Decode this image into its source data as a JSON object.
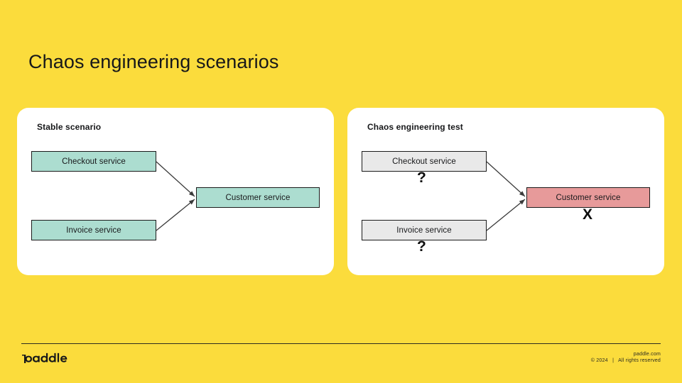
{
  "slide": {
    "title": "Chaos engineering scenarios",
    "background_color": "#FBDC3C"
  },
  "cards": [
    {
      "heading": "Stable scenario",
      "node_fill": "#ACDDD0",
      "target_fill": "#ACDDD0",
      "nodes": {
        "source_top": "Checkout service",
        "source_bottom": "Invoice service",
        "target": "Customer service"
      },
      "marks": {
        "source_top": "",
        "source_bottom": "",
        "target": ""
      }
    },
    {
      "heading": "Chaos engineering test",
      "node_fill": "#E9E9E9",
      "target_fill": "#E79A9A",
      "nodes": {
        "source_top": "Checkout service",
        "source_bottom": "Invoice service",
        "target": "Customer service"
      },
      "marks": {
        "source_top": "?",
        "source_bottom": "?",
        "target": "X"
      }
    }
  ],
  "footer": {
    "logo_text": "paddle",
    "site": "paddle.com",
    "rights": "© 2024   |   All rights reserved"
  },
  "colors": {
    "background": "#FBDC3C",
    "card": "#FFFFFF",
    "mint": "#ACDDD0",
    "grey": "#E9E9E9",
    "red": "#E79A9A",
    "ink": "#17181A",
    "arrow": "#3A3A3A"
  }
}
